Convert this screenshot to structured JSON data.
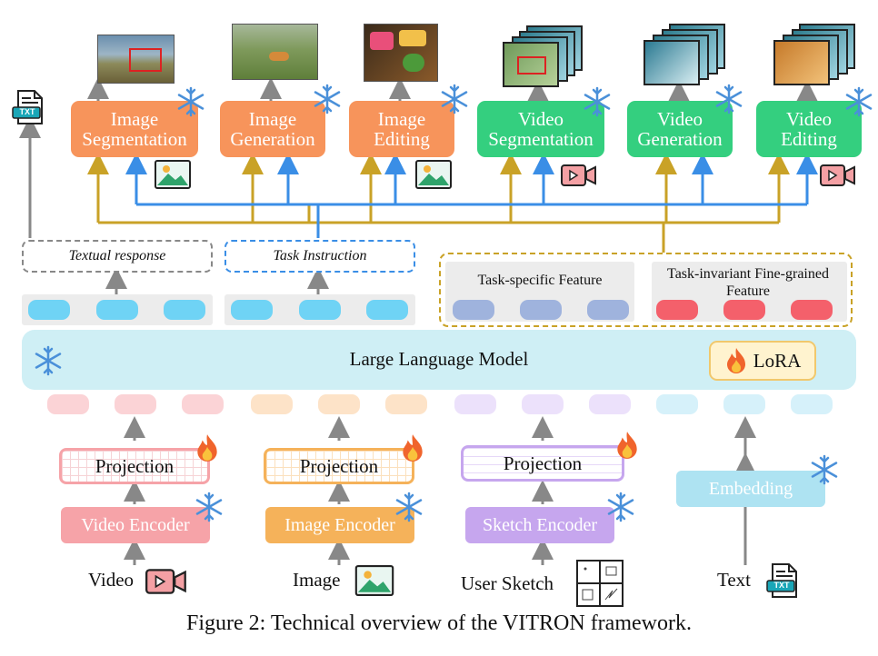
{
  "caption": {
    "prefix": "Figure 2: Technical overview of the ",
    "name_first": "V",
    "name_rest": "ITRON",
    "suffix": " framework."
  },
  "tasks": [
    {
      "label": "Image Segmentation",
      "kind": "image"
    },
    {
      "label": "Image Generation",
      "kind": "image"
    },
    {
      "label": "Image Editing",
      "kind": "image"
    },
    {
      "label": "Video Segmentation",
      "kind": "video"
    },
    {
      "label": "Video Generation",
      "kind": "video"
    },
    {
      "label": "Video Editing",
      "kind": "video"
    }
  ],
  "outputs": {
    "textual_response": "Textual response",
    "task_instruction": "Task Instruction",
    "task_specific_feature": "Task-specific Feature",
    "task_invariant_feature": "Task-invariant Fine-grained Feature",
    "txt_icon_label": "TXT"
  },
  "llm": {
    "label": "Large Language Model",
    "lora_label": "LoRA"
  },
  "encoders": {
    "projection_label": "Projection",
    "video_encoder": "Video Encoder",
    "image_encoder": "Image Encoder",
    "sketch_encoder": "Sketch Encoder",
    "embedding": "Embedding"
  },
  "inputs": {
    "video": "Video",
    "image": "Image",
    "user_sketch": "User Sketch",
    "text": "Text"
  },
  "colors": {
    "image_task": "#f7945b",
    "video_task": "#34cf7f",
    "feature_line": "#c9a227",
    "instruction_line": "#3a8ee6",
    "llm_fill": "#cfeff5",
    "video_encoder": "#f6a3a8",
    "image_encoder": "#f5b25a",
    "sketch_encoder": "#c6a6ee",
    "embedding": "#aee3f2"
  }
}
